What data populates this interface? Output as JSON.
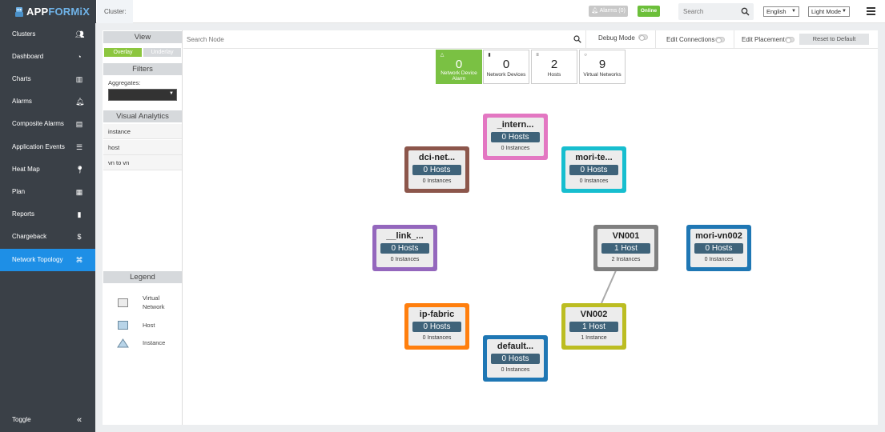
{
  "header": {
    "logo_app": "APP",
    "logo_formix": "FORMiX",
    "cluster_label": "Cluster:",
    "alarms_label": "Alarms (0)",
    "status_label": "Online",
    "search_placeholder": "Search",
    "language": "English",
    "mode": "Light Mode"
  },
  "sidebar": {
    "items": [
      {
        "label": "Clusters",
        "icon": "users-icon"
      },
      {
        "label": "Dashboard",
        "icon": "dashboard-icon"
      },
      {
        "label": "Charts",
        "icon": "bar-chart-icon"
      },
      {
        "label": "Alarms",
        "icon": "bell-icon"
      },
      {
        "label": "Composite Alarms",
        "icon": "list-card-icon"
      },
      {
        "label": "Application Events",
        "icon": "list-icon"
      },
      {
        "label": "Heat Map",
        "icon": "pin-icon"
      },
      {
        "label": "Plan",
        "icon": "database-icon"
      },
      {
        "label": "Reports",
        "icon": "document-icon"
      },
      {
        "label": "Chargeback",
        "icon": "dollar-icon"
      },
      {
        "label": "Network Topology",
        "icon": "sitemap-icon"
      }
    ],
    "toggle_label": "Toggle"
  },
  "panel": {
    "view_title": "View",
    "overlay_label": "Overlay",
    "underlay_label": "Underlay",
    "filters_title": "Filters",
    "aggregates_label": "Aggregates:",
    "visual_title": "Visual Analytics",
    "visual_items": [
      "instance",
      "host",
      "vn to vn"
    ],
    "legend_title": "Legend",
    "legend_items": [
      "Virtual Network",
      "Host",
      "Instance"
    ]
  },
  "toolbar": {
    "search_placeholder": "Search Node",
    "debug_label": "Debug Mode",
    "edit_connections_label": "Edit Connections",
    "edit_placement_label": "Edit Placement",
    "reset_label": "Reset to Default"
  },
  "stats": [
    {
      "value": "0",
      "label": "Network Device Alarm"
    },
    {
      "value": "0",
      "label": "Network Devices"
    },
    {
      "value": "2",
      "label": "Hosts"
    },
    {
      "value": "9",
      "label": "Virtual Networks"
    }
  ],
  "colors": {
    "sidebar_bg": "#3a4047",
    "active_nav": "#1e8fe6",
    "online_green": "#6cbf3a",
    "host_badge": "#3f637a"
  },
  "nodes": [
    {
      "name": "_intern...",
      "hosts": "0 Hosts",
      "instances": "0 Instances",
      "color": "#e377c2"
    },
    {
      "name": "dci-net...",
      "hosts": "0 Hosts",
      "instances": "0 Instances",
      "color": "#8c564b"
    },
    {
      "name": "mori-te...",
      "hosts": "0 Hosts",
      "instances": "0 Instances",
      "color": "#17becf"
    },
    {
      "name": "__link_...",
      "hosts": "0 Hosts",
      "instances": "0 Instances",
      "color": "#9467bd"
    },
    {
      "name": "VN001",
      "hosts": "1 Host",
      "instances": "2 Instances",
      "color": "#7f7f7f"
    },
    {
      "name": "mori-vn002",
      "hosts": "0 Hosts",
      "instances": "0 Instances",
      "color": "#1f77b4"
    },
    {
      "name": "ip-fabric",
      "hosts": "0 Hosts",
      "instances": "0 Instances",
      "color": "#ff7f0e"
    },
    {
      "name": "VN002",
      "hosts": "1 Host",
      "instances": "1 Instance",
      "color": "#bcbd22"
    },
    {
      "name": "default...",
      "hosts": "0 Hosts",
      "instances": "0 Instances",
      "color": "#1f77b4"
    }
  ]
}
